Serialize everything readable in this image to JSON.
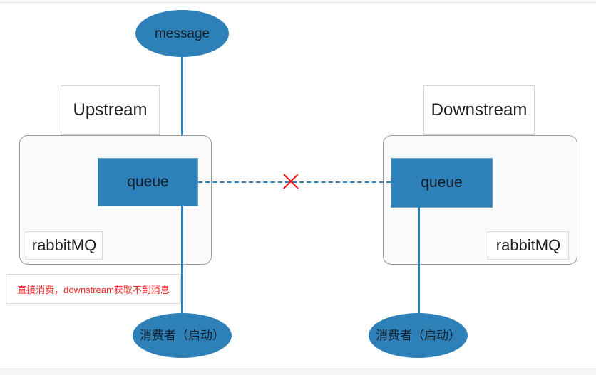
{
  "diagram": {
    "title": "rabbitMQ upstream downstream message flow",
    "colors": {
      "node_blue": "#2e80b8",
      "broker_fill": "#fafafa",
      "broker_border": "#9a9a9a",
      "link_blue": "#2e80b8",
      "cross_red": "#fc0d0d",
      "note_red": "#f8221f",
      "label_border": "#d7d7d7"
    },
    "nodes": {
      "message": {
        "label": "message",
        "shape": "ellipse"
      },
      "upstream_header": {
        "label": "Upstream",
        "shape": "rect"
      },
      "downstream_header": {
        "label": "Downstream",
        "shape": "rect"
      },
      "upstream_queue": {
        "label": "queue",
        "shape": "rect"
      },
      "downstream_queue": {
        "label": "queue",
        "shape": "rect"
      },
      "upstream_broker_label": {
        "label": "rabbitMQ",
        "shape": "rect"
      },
      "downstream_broker_label": {
        "label": "rabbitMQ",
        "shape": "rect"
      },
      "consumer_left": {
        "label": "消费者（启动）",
        "shape": "ellipse"
      },
      "consumer_right": {
        "label": "消费者（启动）",
        "shape": "ellipse"
      }
    },
    "edges": {
      "message_to_upstream_queue": {
        "style": "solid",
        "color": "#2e80b8"
      },
      "upstream_queue_to_consumer": {
        "style": "solid",
        "color": "#2e80b8"
      },
      "downstream_queue_to_consumer": {
        "style": "solid",
        "color": "#2e80b8"
      },
      "queue_to_queue": {
        "style": "dashed",
        "color": "#2e80b8",
        "blocked": true,
        "blocked_marker": "x-mark"
      }
    },
    "annotations": {
      "note": "直接消费，downstream获取不到消息"
    }
  }
}
